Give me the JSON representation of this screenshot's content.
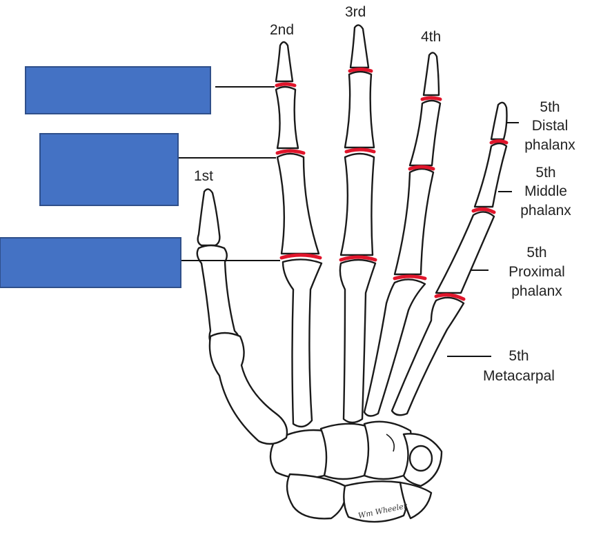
{
  "labels": {
    "digit_1": "1st",
    "digit_2": "2nd",
    "digit_3": "3rd",
    "digit_4": "4th",
    "distal_line1": "5th",
    "distal_line2": "Distal",
    "distal_line3": "phalanx",
    "middle_line1": "5th",
    "middle_line2": "Middle",
    "middle_line3": "phalanx",
    "proximal_line1": "5th",
    "proximal_line2": "Proximal",
    "proximal_line3": "phalanx",
    "metacarpal_line1": "5th",
    "metacarpal_line2": "Metacarpal",
    "signature": "Wm Wheeler"
  },
  "colors": {
    "answer_box": "#4472c4",
    "joint_highlight": "#e0152b",
    "bone_outline": "#1a1a1a"
  }
}
